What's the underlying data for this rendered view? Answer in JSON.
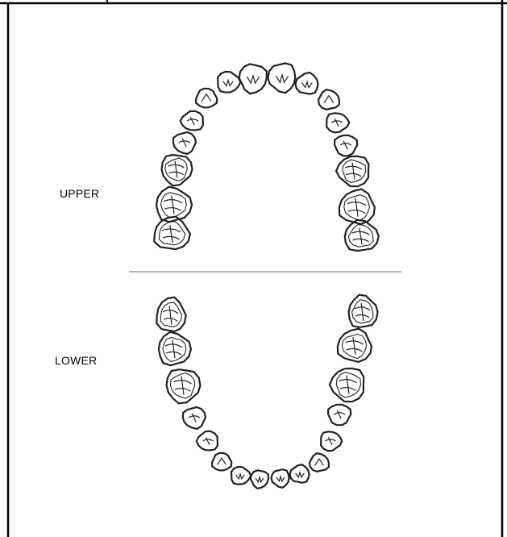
{
  "labels": {
    "upper": "UPPER",
    "lower": "LOWER"
  },
  "colors": {
    "ink": "#222222",
    "border": "#000000",
    "divider": "#7f8c9a"
  },
  "arches": {
    "upper": {
      "tooth_count": 16,
      "teeth": [
        {
          "type": "molar"
        },
        {
          "type": "molar"
        },
        {
          "type": "molar"
        },
        {
          "type": "premolar"
        },
        {
          "type": "premolar"
        },
        {
          "type": "canine"
        },
        {
          "type": "incisor"
        },
        {
          "type": "incisor"
        },
        {
          "type": "incisor"
        },
        {
          "type": "incisor"
        },
        {
          "type": "canine"
        },
        {
          "type": "premolar"
        },
        {
          "type": "premolar"
        },
        {
          "type": "molar"
        },
        {
          "type": "molar"
        },
        {
          "type": "molar"
        }
      ]
    },
    "lower": {
      "tooth_count": 16,
      "teeth": [
        {
          "type": "molar"
        },
        {
          "type": "molar"
        },
        {
          "type": "molar"
        },
        {
          "type": "premolar"
        },
        {
          "type": "premolar"
        },
        {
          "type": "canine"
        },
        {
          "type": "incisor"
        },
        {
          "type": "incisor"
        },
        {
          "type": "incisor"
        },
        {
          "type": "incisor"
        },
        {
          "type": "canine"
        },
        {
          "type": "premolar"
        },
        {
          "type": "premolar"
        },
        {
          "type": "molar"
        },
        {
          "type": "molar"
        },
        {
          "type": "molar"
        }
      ]
    }
  }
}
